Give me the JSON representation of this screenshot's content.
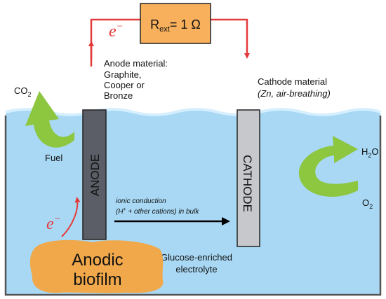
{
  "colors": {
    "circuit": "#e53a3a",
    "resistor_fill": "#f8b05c",
    "biofilm": "#f0a84a",
    "electrolyte": "#a8d8f4",
    "electrolyte_border": "#555555",
    "anode_fill": "#5b5e66",
    "cathode_fill": "#c7c8cb",
    "flow_arrows": "#8dc63f",
    "ion_arrow": "#000000"
  },
  "resistor": {
    "label_main": "R",
    "label_sub": "ext",
    "label_rest": "= 1 Ω"
  },
  "electron": {
    "symbol": "e",
    "sup": "−"
  },
  "anode": {
    "label": "ANODE",
    "material_lines": [
      "Anode material:",
      "Graphite,",
      "Cooper or",
      "Bronze"
    ]
  },
  "cathode": {
    "label": "CATHODE",
    "material_title": "Cathode material",
    "material_detail": "(Zn, air-breathing)"
  },
  "left_flow": {
    "product_main": "CO",
    "product_sub": "2",
    "input": "Fuel"
  },
  "right_flow": {
    "product_main": "H",
    "product_sub": "2",
    "product_tail": "O",
    "input_main": "O",
    "input_sub": "2"
  },
  "ionic": {
    "line1": "ionic conduction",
    "line2_a": "(H",
    "line2_sup": "+",
    "line2_b": " + other cations) in bulk"
  },
  "electrolyte": {
    "lines": [
      "Glucose-enriched",
      "electrolyte"
    ]
  },
  "biofilm": {
    "lines": [
      "Anodic",
      "biofilm"
    ]
  },
  "icons": [
    "flow-arrow-icon",
    "ion-arrow-icon",
    "circuit-arrow-icon",
    "electron-arrow-icon"
  ]
}
